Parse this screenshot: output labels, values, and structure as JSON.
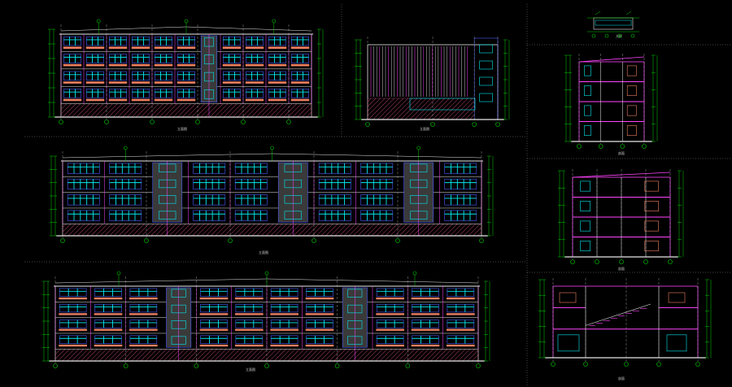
{
  "colors": {
    "background": "#000000",
    "outline": "#e8e8e8",
    "dimension": "#00d000",
    "glazing": "#00e8f0",
    "frame": "#4a5cff",
    "mullion": "#ff44ff",
    "spandrel": "#f08060",
    "hatch": "#b0406a",
    "section_cut": "#ff44ff",
    "grid": "#b8b8b8"
  },
  "drawings": [
    {
      "id": "elev-south",
      "kind": "elevation",
      "label": "立面图",
      "bays": 11,
      "floors": 4
    },
    {
      "id": "elev-east",
      "kind": "elevation",
      "label": "立面图",
      "bays": 4,
      "floors": 4
    },
    {
      "id": "elev-north",
      "kind": "elevation",
      "label": "立面图",
      "bays": 10,
      "floors": 4
    },
    {
      "id": "elev-west",
      "kind": "elevation",
      "label": "立面图",
      "bays": 12,
      "floors": 4
    },
    {
      "id": "roof-detail",
      "kind": "detail",
      "label": "大样"
    },
    {
      "id": "section-1",
      "kind": "section",
      "label": "剖面",
      "floors": 4
    },
    {
      "id": "section-2",
      "kind": "section",
      "label": "剖面",
      "floors": 4
    },
    {
      "id": "section-3",
      "kind": "section",
      "label": "剖面",
      "floors": 3
    }
  ]
}
